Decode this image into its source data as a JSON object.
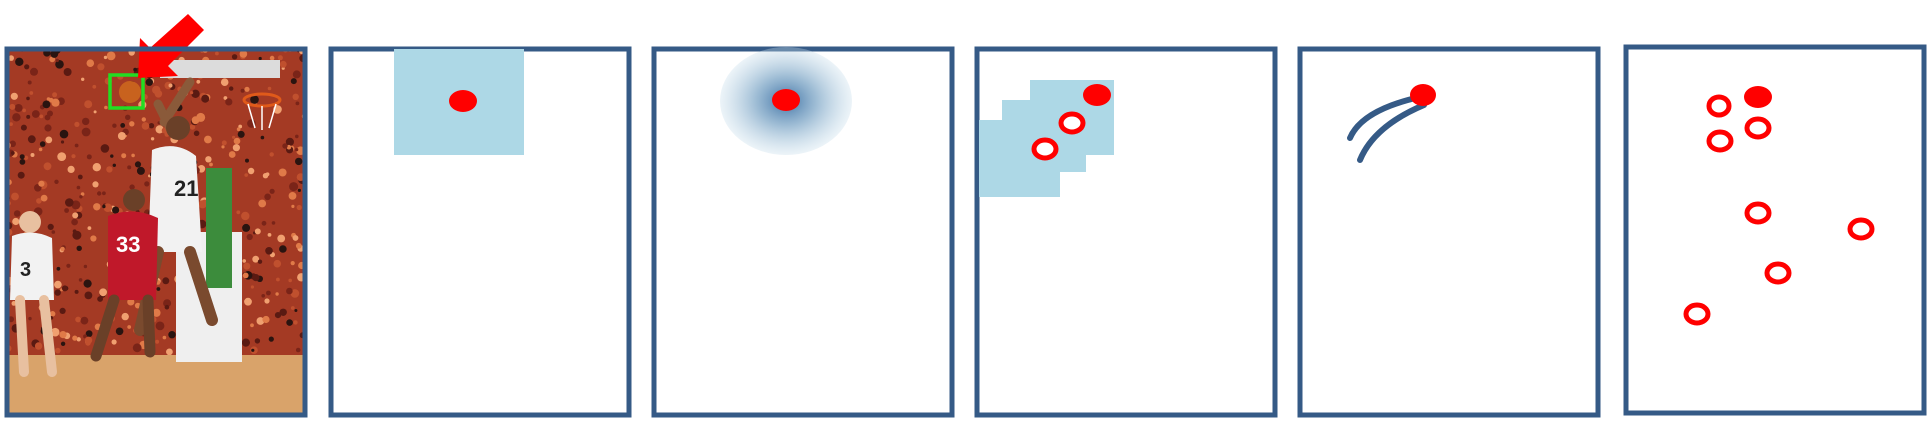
{
  "colors": {
    "frame": "#355a86",
    "target": "#ff0000",
    "target_hole": "#ffffff",
    "search_region": "#add8e6",
    "arrow": "#ff0000",
    "box": "#22dd22",
    "court_floor": "#d9a36a",
    "crowd": "#9a3020",
    "jersey_white": "#f2f2f2",
    "jersey_red": "#c0182a"
  },
  "panels": [
    {
      "name": "input-photo",
      "icon": "basketball-scene"
    },
    {
      "name": "uniform-window",
      "icon": "square-search-window"
    },
    {
      "name": "gaussian-window",
      "icon": "gaussian-search-region"
    },
    {
      "name": "multi-window",
      "icon": "overlapping-search-windows"
    },
    {
      "name": "motion-trajectory",
      "icon": "trajectory-trail"
    },
    {
      "name": "particle-samples",
      "icon": "scattered-particles"
    }
  ]
}
